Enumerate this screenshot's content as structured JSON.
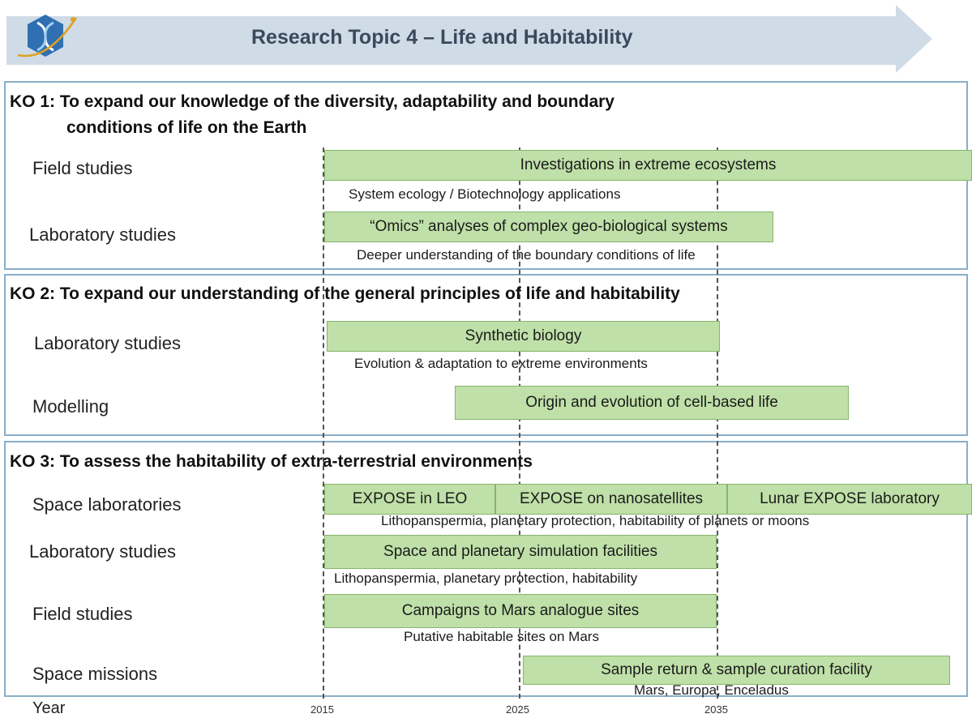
{
  "banner": {
    "title": "Research Topic 4 – Life and Habitability",
    "logo_icon": "dna-helix-logo-icon"
  },
  "ko1": {
    "heading_line1": "KO 1: To expand our knowledge of the diversity, adaptability and boundary",
    "heading_line2": "conditions of life on the Earth",
    "rows": [
      {
        "label": "Field studies",
        "bar": "Investigations in extreme ecosystems",
        "note": "System ecology / Biotechnology applications"
      },
      {
        "label": "Laboratory studies",
        "bar": "“Omics” analyses of complex geo-biological systems",
        "note": "Deeper understanding of the boundary conditions of life"
      }
    ]
  },
  "ko2": {
    "heading": "KO 2: To expand our understanding of the general principles of life and habitability",
    "rows": [
      {
        "label": "Laboratory studies",
        "bar": "Synthetic biology",
        "note": "Evolution & adaptation to extreme environments"
      },
      {
        "label": "Modelling",
        "bar": "Origin and evolution of cell-based life"
      }
    ]
  },
  "ko3": {
    "heading": "KO 3: To assess the habitability of extra-terrestrial environments",
    "rows": [
      {
        "label": "Space laboratories",
        "bars": [
          "EXPOSE in LEO",
          "EXPOSE on nanosatellites",
          "Lunar EXPOSE laboratory"
        ],
        "note": "Lithopanspermia, planetary protection, habitability of planets or moons"
      },
      {
        "label": "Laboratory studies",
        "bar": "Space and planetary simulation facilities",
        "note": "Lithopanspermia, planetary protection, habitability"
      },
      {
        "label": "Field studies",
        "bar": "Campaigns to Mars analogue sites",
        "note": "Putative habitable sites on Mars"
      },
      {
        "label": "Space missions",
        "bar": "Sample return & sample curation facility",
        "note": "Mars, Europa, Enceladus"
      }
    ]
  },
  "timeline": {
    "axis_label": "Year",
    "ticks": [
      "2015",
      "2025",
      "2035"
    ]
  },
  "colors": {
    "bar_fill": "#bfe0a8",
    "bar_border": "#86b56c",
    "panel_border": "#8aaec9",
    "banner": "#cfdbe6"
  }
}
